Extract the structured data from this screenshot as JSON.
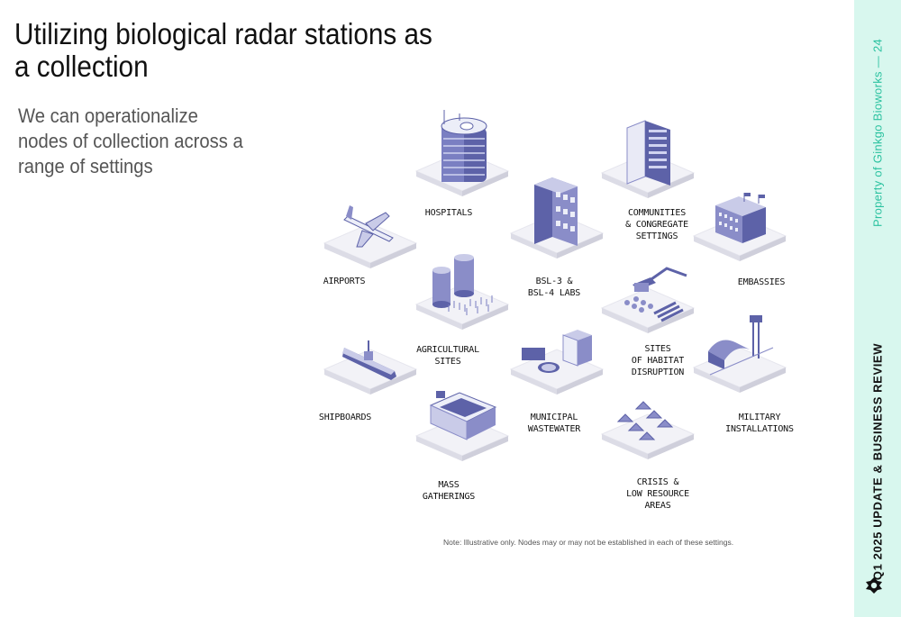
{
  "slide": {
    "title": "Utilizing biological radar stations as a collection",
    "subtitle": "We can operationalize nodes of collection across a range of settings",
    "note": "Note: Illustrative only.  Nodes may or may not be established in each of these settings."
  },
  "sidebar": {
    "page_ref": "Property of Ginkgo Bioworks  —  24",
    "review_title": "Q1 2025 UPDATE & BUSINESS REVIEW",
    "logo_icon": "ginkgo-logo-icon",
    "accent_color": "#2bc2a0",
    "background_color": "#d8f7ee"
  },
  "nodes": [
    {
      "id": "hospitals",
      "label": "HOSPITALS",
      "icon": "hospital-building-icon"
    },
    {
      "id": "communities",
      "label": "COMMUNITIES\n& CONGREGATE\nSETTINGS",
      "icon": "apartment-tower-icon"
    },
    {
      "id": "airports",
      "label": "AIRPORTS",
      "icon": "airplane-icon"
    },
    {
      "id": "bsl-labs",
      "label": "BSL-3 &\nBSL-4 LABS",
      "icon": "lab-building-icon"
    },
    {
      "id": "embassies",
      "label": "EMBASSIES",
      "icon": "embassy-building-icon"
    },
    {
      "id": "agricultural",
      "label": "AGRICULTURAL\nSITES",
      "icon": "silo-crops-icon"
    },
    {
      "id": "habitat",
      "label": "SITES\nOF HABITAT\nDISRUPTION",
      "icon": "excavator-logging-icon"
    },
    {
      "id": "shipboards",
      "label": "SHIPBOARDS",
      "icon": "warship-icon"
    },
    {
      "id": "wastewater",
      "label": "MUNICIPAL\nWASTEWATER",
      "icon": "wastewater-plant-icon"
    },
    {
      "id": "military",
      "label": "MILITARY\nINSTALLATIONS",
      "icon": "military-base-icon"
    },
    {
      "id": "mass-gatherings",
      "label": "MASS\nGATHERINGS",
      "icon": "stadium-icon"
    },
    {
      "id": "crisis",
      "label": "CRISIS &\nLOW RESOURCE\nAREAS",
      "icon": "tents-icon"
    }
  ]
}
